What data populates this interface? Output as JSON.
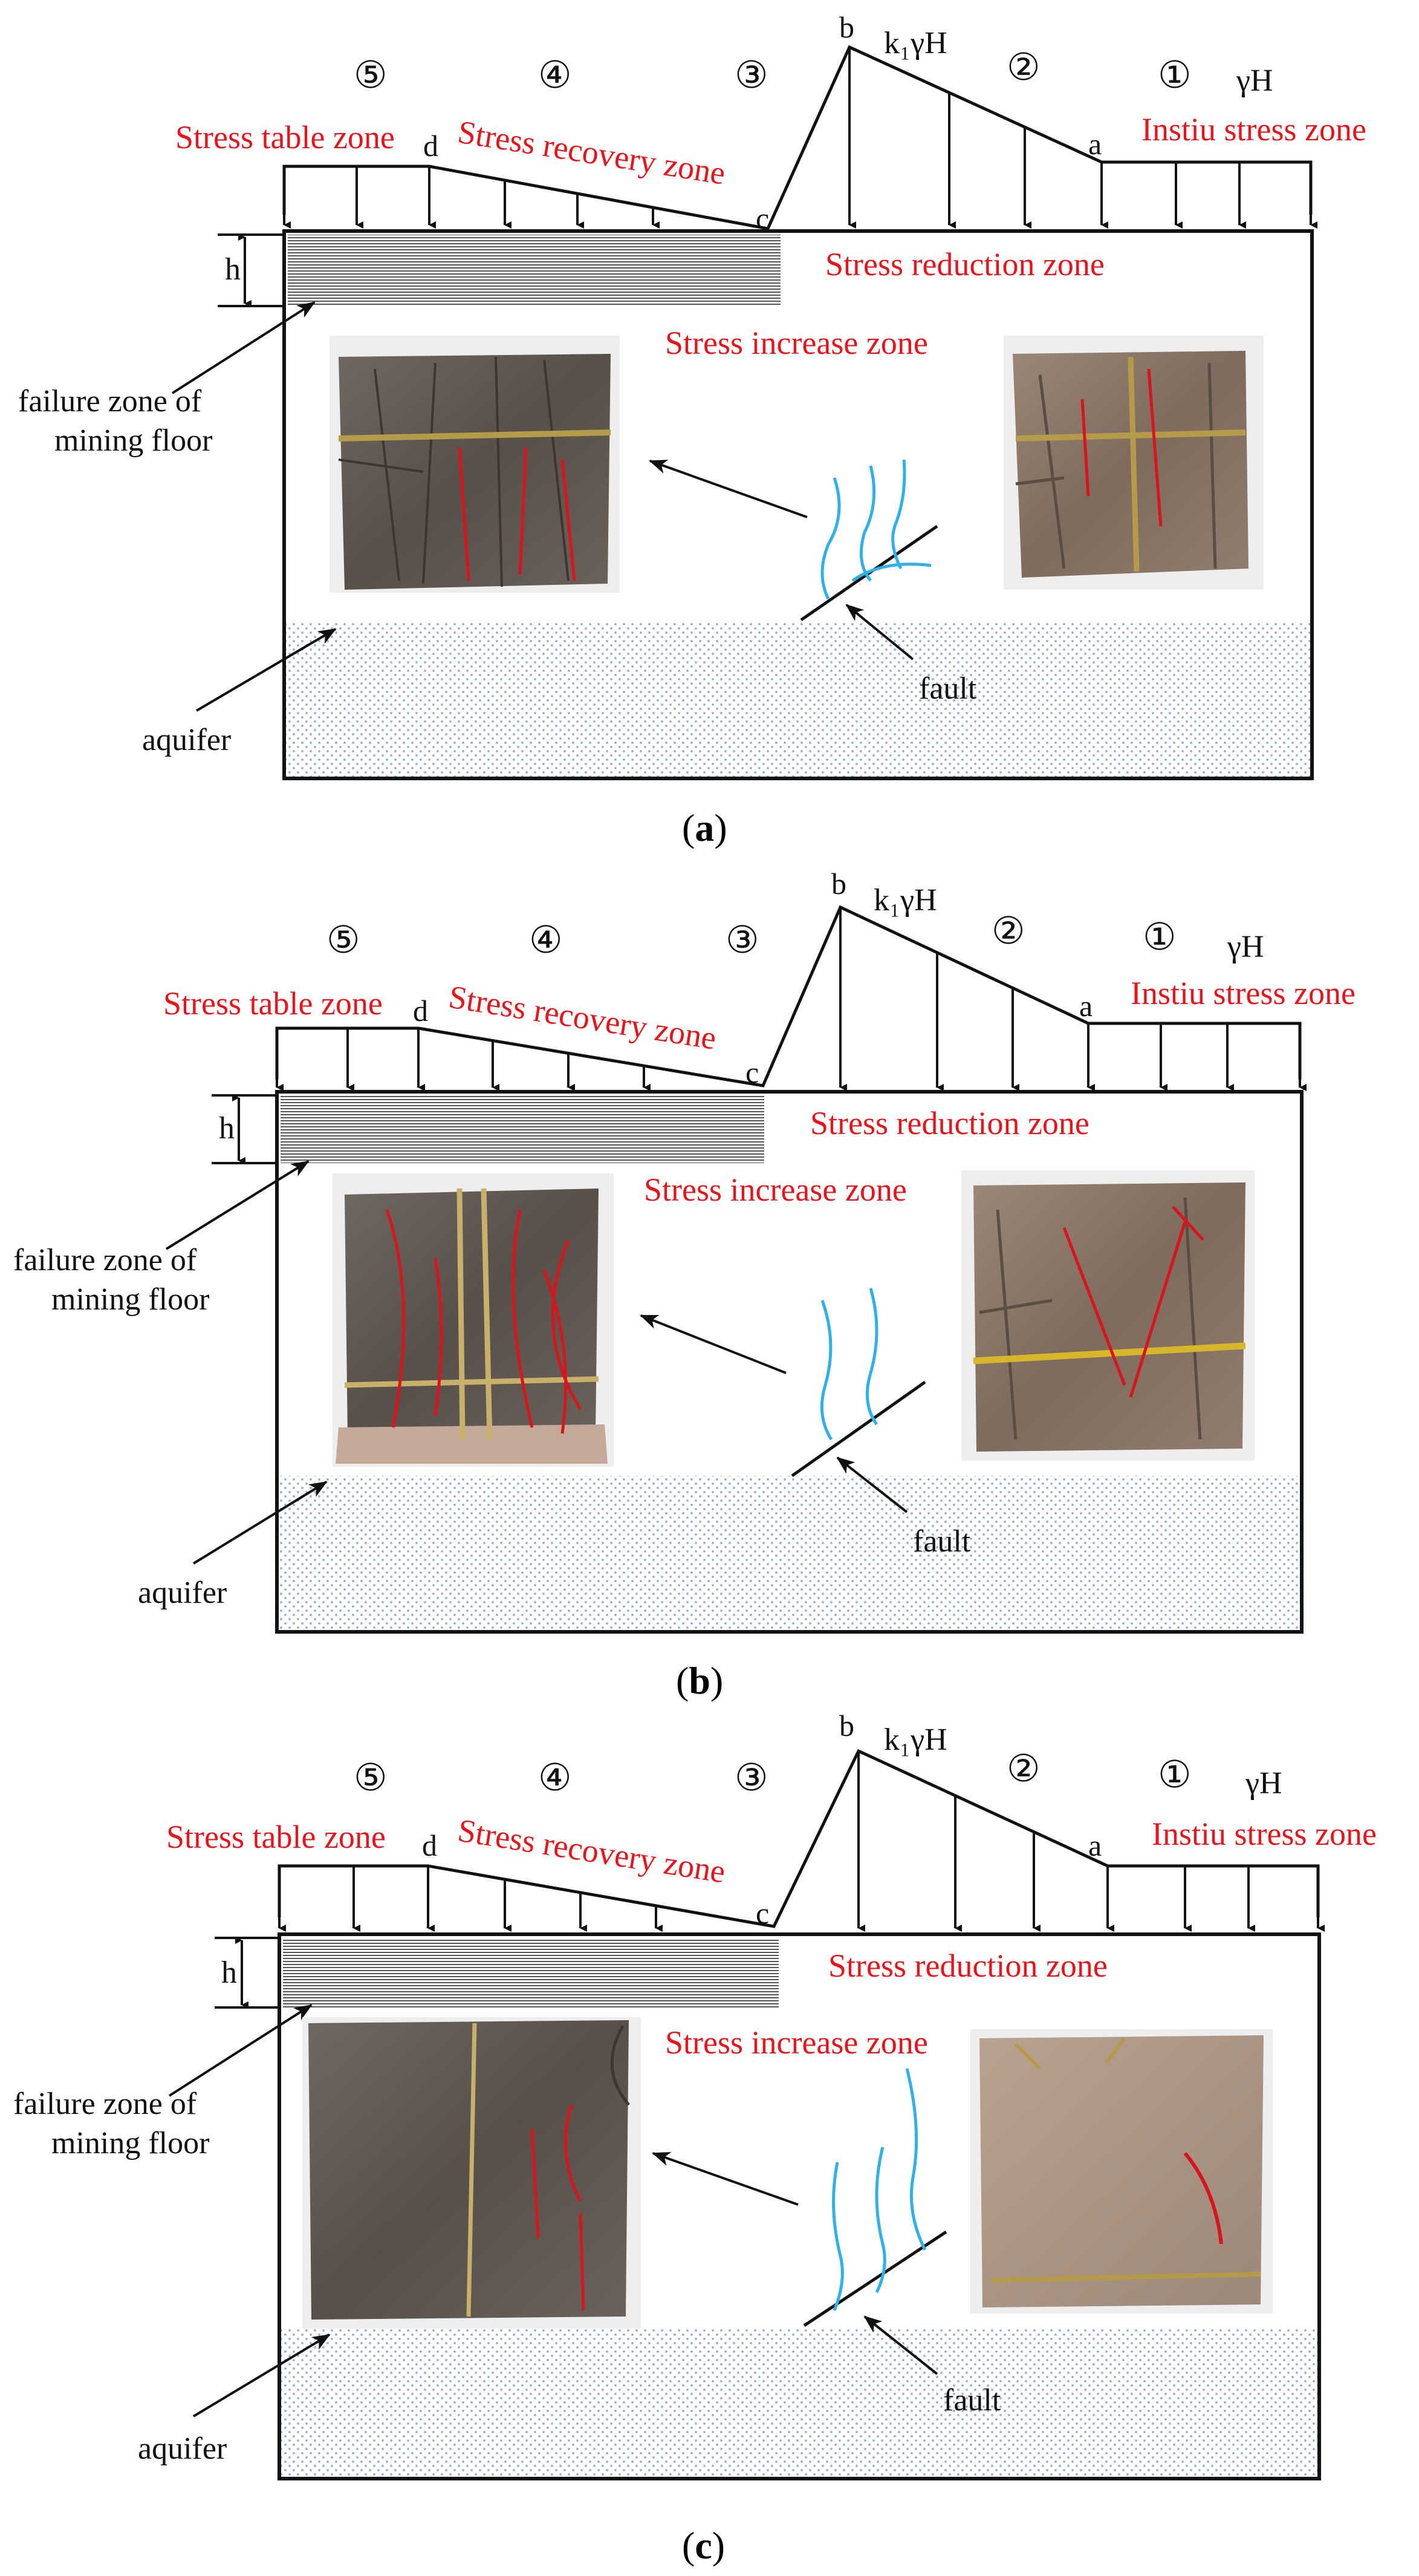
{
  "panels": [
    {
      "caption_letter": "a",
      "zones": [
        "⑤",
        "④",
        "③",
        "②",
        "①"
      ],
      "points": {
        "a": "a",
        "b": "b",
        "c": "c",
        "d": "d"
      },
      "peak_stress": "k₁γH",
      "insitu_stress": "γH",
      "labels": {
        "stress_table": "Stress table zone",
        "stress_recovery": "Stress recovery zone",
        "insitu_zone": "Instiu stress zone",
        "stress_reduction": "Stress reduction zone",
        "stress_increase": "Stress increase zone",
        "h": "h",
        "failure_zone_line1": "failure zone of",
        "failure_zone_line2": "mining floor",
        "aquifer": "aquifer",
        "fault": "fault"
      }
    },
    {
      "caption_letter": "b",
      "zones": [
        "⑤",
        "④",
        "③",
        "②",
        "①"
      ],
      "points": {
        "a": "a",
        "b": "b",
        "c": "c",
        "d": "d"
      },
      "peak_stress": "k₁γH",
      "insitu_stress": "γH",
      "labels": {
        "stress_table": "Stress table zone",
        "stress_recovery": "Stress recovery zone",
        "insitu_zone": "Instiu stress zone",
        "stress_reduction": "Stress reduction zone",
        "stress_increase": "Stress increase zone",
        "h": "h",
        "failure_zone_line1": "failure zone of",
        "failure_zone_line2": "mining floor",
        "aquifer": "aquifer",
        "fault": "fault"
      }
    },
    {
      "caption_letter": "c",
      "zones": [
        "⑤",
        "④",
        "③",
        "②",
        "①"
      ],
      "points": {
        "a": "a",
        "b": "b",
        "c": "c",
        "d": "d"
      },
      "peak_stress": "k₁γH",
      "insitu_stress": "γH",
      "labels": {
        "stress_table": "Stress table zone",
        "stress_recovery": "Stress recovery zone",
        "insitu_zone": "Instiu stress zone",
        "stress_reduction": "Stress reduction zone",
        "stress_increase": "Stress increase zone",
        "h": "h",
        "failure_zone_line1": "failure zone of",
        "failure_zone_line2": "mining floor",
        "aquifer": "aquifer",
        "fault": "fault"
      }
    }
  ],
  "colors": {
    "label_red": "#e8141c",
    "crack_red": "#d9141c",
    "fracture_blue": "#2fb0e6",
    "aquifer_dot": "#9fb4d4",
    "rock_dark": "#5e5853",
    "rock_light": "#8c7a6c"
  }
}
